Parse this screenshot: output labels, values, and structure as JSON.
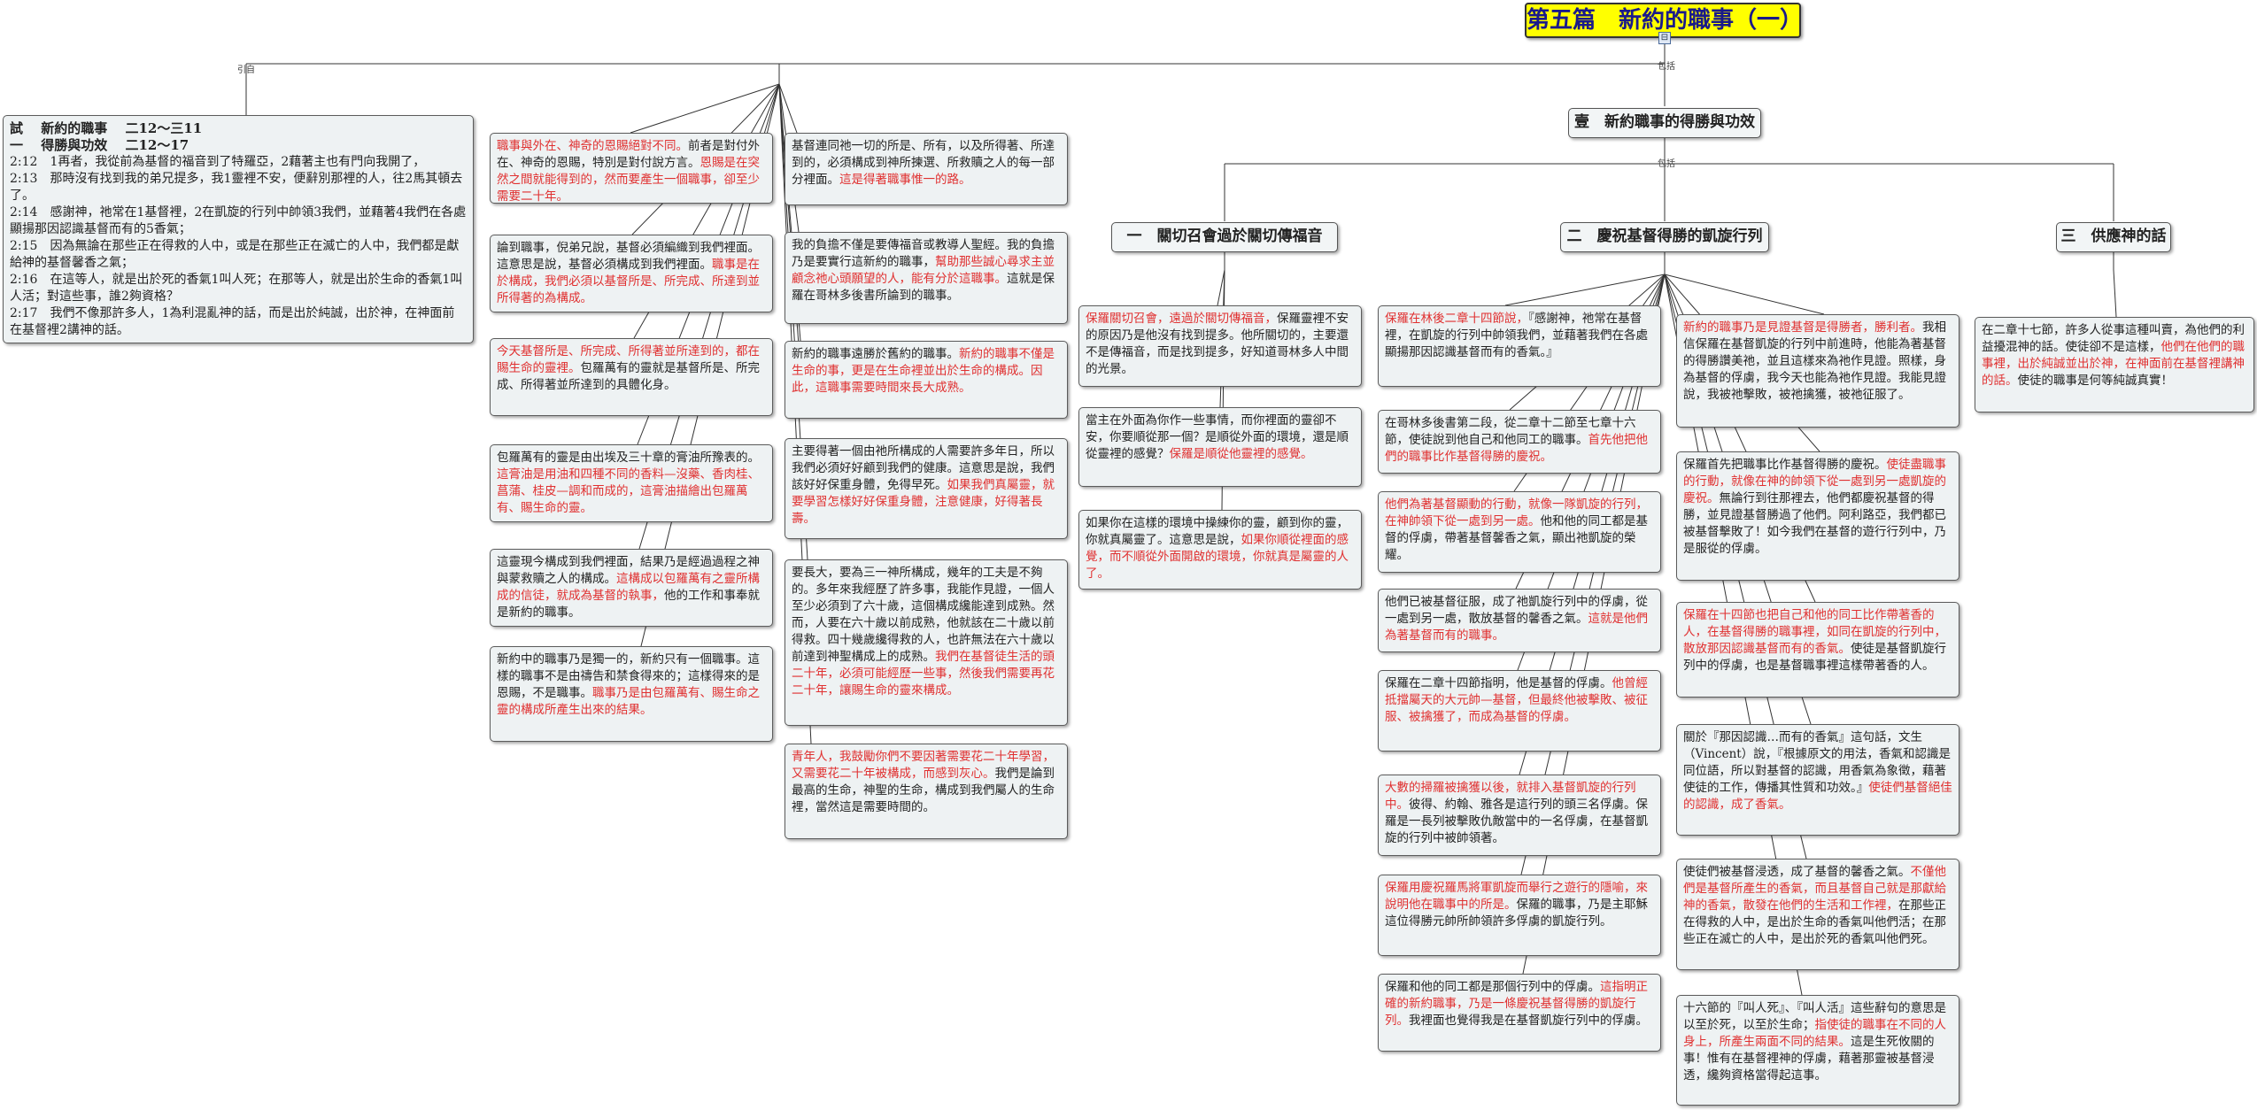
{
  "root": {
    "title": "第五篇　新約的職事（一）",
    "expand_symbol": "⊟"
  },
  "labels": {
    "yinzhi": "引自",
    "baokuo": "包括"
  },
  "scripture": {
    "heading1": "試　 新約的職事　 二12～三11",
    "heading2": "一　 得勝與功效　 二12～17",
    "verses": [
      "2:12　1再者，我從前為基督的福音到了特羅亞，2藉著主也有門向我開了，",
      "2:13　那時沒有找到我的弟兄提多，我1靈裡不安，便辭別那裡的人，往2馬其頓去了。",
      "2:14　感謝神，祂常在1基督裡，2在凱旋的行列中帥領3我們，並藉著4我們在各處顯揚那因認識基督而有的5香氣；",
      "2:15　因為無論在那些正在得救的人中，或是在那些正在滅亡的人中，我們都是獻給神的基督馨香之氣；",
      "2:16　在這等人，就是出於死的香氣1叫人死；在那等人，就是出於生命的香氣1叫人活；對這些事，誰2夠資格？",
      "2:17　我們不像那許多人，1為利混亂神的話，而是出於純誠，出於神，在神面前在基督裡2講神的話。"
    ]
  },
  "headings": {
    "main": "壹　新約職事的得勝與功效",
    "sub1": "一　關切召會過於關切傳福音",
    "sub2": "二　慶祝基督得勝的凱旋行列",
    "sub3": "三　供應神的話"
  },
  "nodes": {
    "a1": [
      {
        "t": "職事與外在、神奇的恩賜絕對不同。",
        "r": true
      },
      {
        "t": "前者是對付外在、神奇的恩賜，特別是對付說方言。"
      },
      {
        "t": "恩賜是在突然之間就能得到的，然而要產生一個職事，卻至少需要二十年。",
        "r": true
      }
    ],
    "a2": [
      {
        "t": "論到職事，倪弟兄說，基督必須編織到我們裡面。這意思是說，基督必須構成到我們裡面。"
      },
      {
        "t": "職事是在於構成，我們必須以基督所是、所完成、所達到並所得著的為構成。",
        "r": true
      }
    ],
    "a3": [
      {
        "t": "今天基督所是、所完成、所得著並所達到的，都在賜生命的靈裡。",
        "r": true
      },
      {
        "t": "包羅萬有的靈就是基督所是、所完成、所得著並所達到的具體化身。"
      }
    ],
    "a4": [
      {
        "t": "包羅萬有的靈是由出埃及三十章的膏油所豫表的。"
      },
      {
        "t": "這膏油是用油和四種不同的香料—沒藥、香肉桂、菖蒲、桂皮—調和而成的，這膏油描繪出包羅萬有、賜生命的靈。",
        "r": true
      }
    ],
    "a5": [
      {
        "t": "這靈現今構成到我們裡面，結果乃是經過過程之神與蒙救贖之人的構成。"
      },
      {
        "t": "這構成以包羅萬有之靈所構成的信徒，就成為基督的執事，",
        "r": true
      },
      {
        "t": "他的工作和事奉就是新約的職事。"
      }
    ],
    "a6": [
      {
        "t": "新約中的職事乃是獨一的，新約只有一個職事。這樣的職事不是由禱告和禁食得來的；這樣得來的是恩賜，不是職事。"
      },
      {
        "t": "職事乃是由包羅萬有、賜生命之靈的構成所產生出來的結果。",
        "r": true
      }
    ],
    "b1": [
      {
        "t": "基督連同祂一切的所是、所有，以及所得著、所達到的，必須構成到神所揀選、所救贖之人的每一部分裡面。"
      },
      {
        "t": "這是得著職事惟一的路。",
        "r": true
      }
    ],
    "b2": [
      {
        "t": "我的負擔不僅是要傳福音或教導人聖經。我的負擔乃是要實行這新約的職事，"
      },
      {
        "t": "幫助那些誠心尋求主並顧念祂心頭願望的人，能有分於這職事。",
        "r": true
      },
      {
        "t": "這就是保羅在哥林多後書所論到的職事。"
      }
    ],
    "b3": [
      {
        "t": "新約的職事遠勝於舊約的職事。"
      },
      {
        "t": "新約的職事不僅是生命的事，更是在生命裡並出於生命的構成。因此，這職事需要時間來長大成熟。",
        "r": true
      }
    ],
    "b4": [
      {
        "t": "主要得著一個由祂所構成的人需要許多年日，所以我們必須好好顧到我們的健康。這意思是說，我們該好好保重身體，免得早死。"
      },
      {
        "t": "如果我們真屬靈，就要學習怎樣好好保重身體，注意健康，好得著長壽。",
        "r": true
      }
    ],
    "b5": [
      {
        "t": "要長大，要為三一神所構成，幾年的工夫是不夠的。多年來我經歷了許多事，我能作見證，一個人至少必須到了六十歲，這個構成纔能達到成熟。然而，人要在六十歲以前成熟，他就該在二十歲以前得救。四十幾歲纔得救的人，也許無法在六十歲以前達到神聖構成上的成熟。"
      },
      {
        "t": "我們在基督徒生活的頭二十年，必須可能經歷一些事，然後我們需要再花二十年，讓賜生命的靈來構成。",
        "r": true
      }
    ],
    "b6": [
      {
        "t": "青年人，我鼓勵你們不要因著需要花二十年學習，又需要花二十年被構成，而感到灰心。",
        "r": true
      },
      {
        "t": "我們是論到最高的生命，神聖的生命，構成到我們屬人的生命裡，當然這是需要時間的。"
      }
    ],
    "c1": [
      {
        "t": "保羅關切召會，遠過於關切傳福音，",
        "r": true
      },
      {
        "t": "保羅靈裡不安的原因乃是他沒有找到提多。他所關切的，主要還不是傳福音，而是找到提多，好知道哥林多人中間的光景。"
      }
    ],
    "c2": [
      {
        "t": "當主在外面為你作一些事情，而你裡面的靈卻不安，你要順從那一個？是順從外面的環境，還是順從靈裡的感覺？"
      },
      {
        "t": "保羅是順從他靈裡的感覺。",
        "r": true
      }
    ],
    "c3": [
      {
        "t": "如果你在這樣的環境中操練你的靈，顧到你的靈，你就真屬靈了。這意思是說，"
      },
      {
        "t": "如果你順從裡面的感覺，而不順從外面開啟的環境，你就真是屬靈的人了。",
        "r": true
      }
    ],
    "d1": [
      {
        "t": "保羅在林後二章十四節說，",
        "r": true
      },
      {
        "t": "『感謝神，祂常在基督裡，在凱旋的行列中帥領我們，並藉著我們在各處顯揚那因認識基督而有的香氣。』"
      }
    ],
    "d2": [
      {
        "t": "在哥林多後書第二段，從二章十二節至七章十六節，使徒說到他自己和他同工的職事。"
      },
      {
        "t": "首先他把他們的職事比作基督得勝的慶祝。",
        "r": true
      }
    ],
    "d3": [
      {
        "t": "他們為著基督顯動的行動，就像一隊凱旋的行列，在神帥領下從一處到另一處。",
        "r": true
      },
      {
        "t": "他和他的同工都是基督的俘虜，帶著基督馨香之氣，顯出祂凱旋的榮耀。"
      }
    ],
    "d4": [
      {
        "t": "他們已被基督征服，成了祂凱旋行列中的俘虜，從一處到另一處，散放基督的馨香之氣。"
      },
      {
        "t": "這就是他們為著基督而有的職事。",
        "r": true
      }
    ],
    "d5": [
      {
        "t": "保羅在二章十四節指明，他是基督的俘虜。"
      },
      {
        "t": "他曾經抵擋屬天的大元帥—基督，但最終他被擊敗、被征服、被擒獲了，而成為基督的俘虜。",
        "r": true
      }
    ],
    "d6": [
      {
        "t": "大數的掃羅被擒獲以後，就排入基督凱旋的行列中。",
        "r": true
      },
      {
        "t": "彼得、約翰、雅各是這行列的頭三名俘虜。保羅是一長列被擊敗仇敵當中的一名俘虜，在基督凱旋的行列中被帥領著。"
      }
    ],
    "d7": [
      {
        "t": "保羅用慶祝羅馬將軍凱旋而舉行之遊行的隱喻，來說明他在職事中的所是。",
        "r": true
      },
      {
        "t": "保羅的職事，乃是主耶穌這位得勝元帥所帥領許多俘虜的凱旋行列。"
      }
    ],
    "d8": [
      {
        "t": "保羅和他的同工都是那個行列中的俘虜。"
      },
      {
        "t": "這指明正確的新約職事，乃是一條慶祝基督得勝的凱旋行列。",
        "r": true
      },
      {
        "t": "我裡面也覺得我是在基督凱旋行列中的俘虜。"
      }
    ],
    "e1": [
      {
        "t": "新約的職事乃是見證基督是得勝者，勝利者。",
        "r": true
      },
      {
        "t": "我相信保羅在基督凱旋的行列中前進時，他能為著基督的得勝讚美祂，並且這樣來為祂作見證。照樣，身為基督的俘虜，我今天也能為祂作見證。我能見證說，我被祂擊敗，被祂擒獲，被祂征服了。"
      }
    ],
    "e2": [
      {
        "t": "保羅首先把職事比作基督得勝的慶祝。"
      },
      {
        "t": "使徒盡職事的行動，就像在神的帥領下從一處到另一處凱旋的慶祝。",
        "r": true
      },
      {
        "t": "無論行到往那裡去，他們都慶祝基督的得勝，並見證基督勝過了他們。阿利路亞，我們都已被基督擊敗了！如今我們在基督的遊行行列中，乃是服從的俘虜。"
      }
    ],
    "e3": [
      {
        "t": "保羅在十四節也把自己和他的同工比作帶著香的人，在基督得勝的職事裡，如同在凱旋的行列中，散放那因認識基督而有的香氣。",
        "r": true
      },
      {
        "t": "使徒是基督凱旋行列中的俘虜，也是基督職事裡這樣帶著香的人。"
      }
    ],
    "e4": [
      {
        "t": "關於『那因認識…而有的香氣』這句話，文生（Vincent）說，『根據原文的用法，香氣和認識是同位語，所以對基督的認識，用香氣為象徵，藉著使徒的工作，傳播其性質和功效。』"
      },
      {
        "t": "使徒們基督絕佳的認識，成了香氣。",
        "r": true
      }
    ],
    "e5": [
      {
        "t": "使徒們被基督浸透，成了基督的馨香之氣。"
      },
      {
        "t": "不僅他們是基督所產生的香氣，而且基督自己就是那獻給神的香氣，散發在他們的生活和工作裡，",
        "r": true
      },
      {
        "t": "在那些正在得救的人中，是出於生命的香氣叫他們活；在那些正在滅亡的人中，是出於死的香氣叫他們死。"
      }
    ],
    "e6": [
      {
        "t": "十六節的『叫人死』、『叫人活』這些辭句的意思是以至於死，以至於生命；"
      },
      {
        "t": "指使徒的職事在不同的人身上，所產生兩面不同的結果。",
        "r": true
      },
      {
        "t": "這是生死攸關的事！惟有在基督裡神的俘虜，藉著那靈被基督浸透，纔夠資格當得起這事。"
      }
    ],
    "f1": [
      {
        "t": "在二章十七節，許多人從事這種叫賣，為他們的利益擾混神的話。使徒卻不是這樣，"
      },
      {
        "t": "他們在他們的職事裡，出於純誠並出於神，在神面前在基督裡講神的話。",
        "r": true
      },
      {
        "t": "使徒的職事是何等純誠真實！"
      }
    ]
  }
}
